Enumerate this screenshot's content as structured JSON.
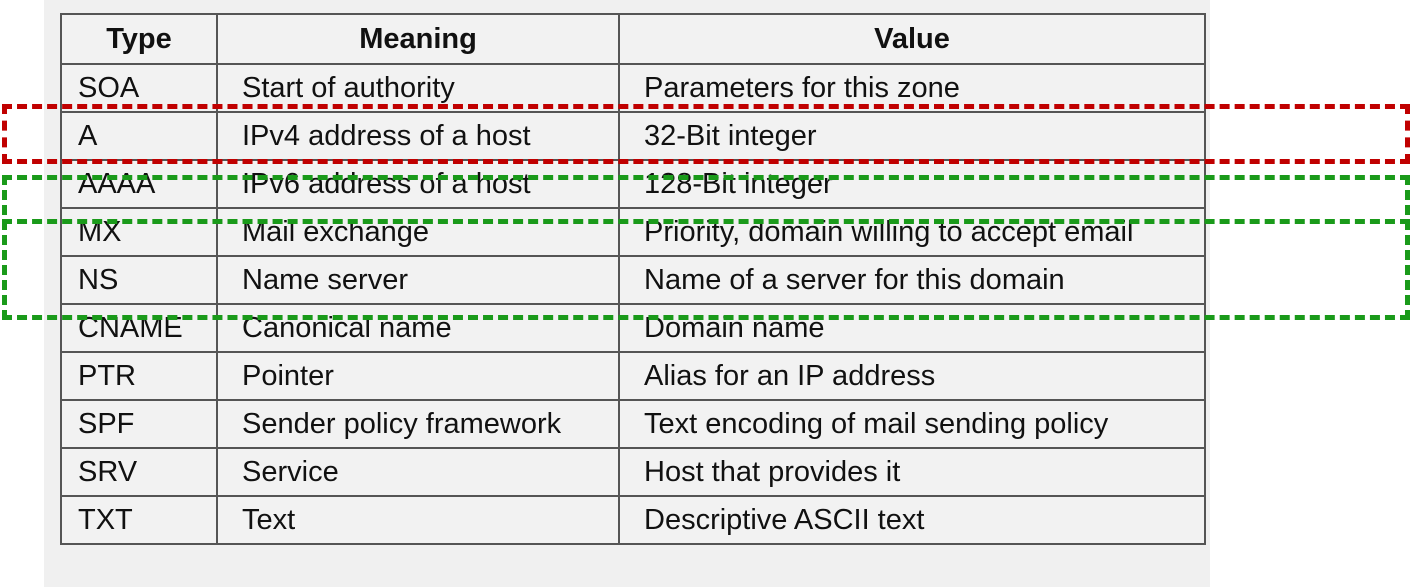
{
  "headers": {
    "type": "Type",
    "meaning": "Meaning",
    "value": "Value"
  },
  "rows": [
    {
      "type": "SOA",
      "meaning": "Start of authority",
      "value": "Parameters for this zone"
    },
    {
      "type": "A",
      "meaning": "IPv4 address of a host",
      "value": "32-Bit integer"
    },
    {
      "type": "AAAA",
      "meaning": "IPv6 address of a host",
      "value": "128-Bit integer"
    },
    {
      "type": "MX",
      "meaning": "Mail exchange",
      "value": "Priority, domain willing to accept email"
    },
    {
      "type": "NS",
      "meaning": "Name server",
      "value": "Name of a server for this domain"
    },
    {
      "type": "CNAME",
      "meaning": "Canonical name",
      "value": "Domain name"
    },
    {
      "type": "PTR",
      "meaning": "Pointer",
      "value": "Alias for an IP address"
    },
    {
      "type": "SPF",
      "meaning": "Sender policy framework",
      "value": "Text encoding of mail sending policy"
    },
    {
      "type": "SRV",
      "meaning": "Service",
      "value": "Host that provides it"
    },
    {
      "type": "TXT",
      "meaning": "Text",
      "value": "Descriptive ASCII text"
    }
  ],
  "highlights": {
    "red_color": "#c00000",
    "green_color": "#1a9a1a"
  }
}
